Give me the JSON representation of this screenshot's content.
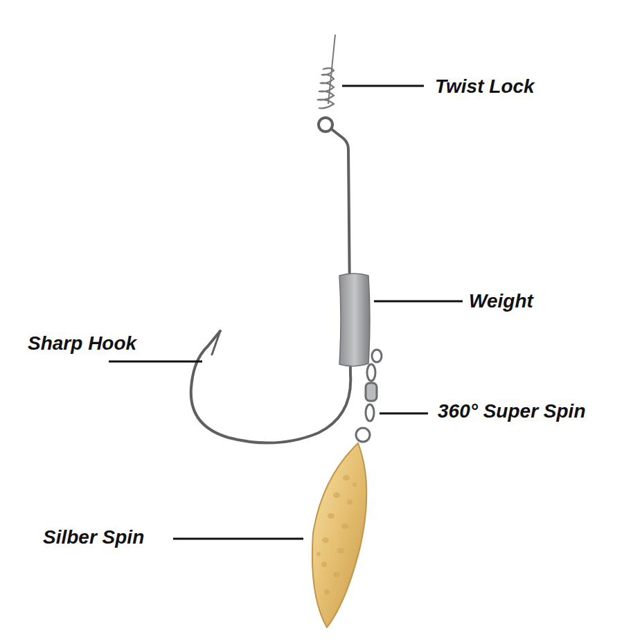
{
  "diagram": {
    "labels": [
      "Twist Lock",
      "Weight",
      "Sharp Hook",
      "360° Super Spin",
      "Silber Spin"
    ]
  }
}
